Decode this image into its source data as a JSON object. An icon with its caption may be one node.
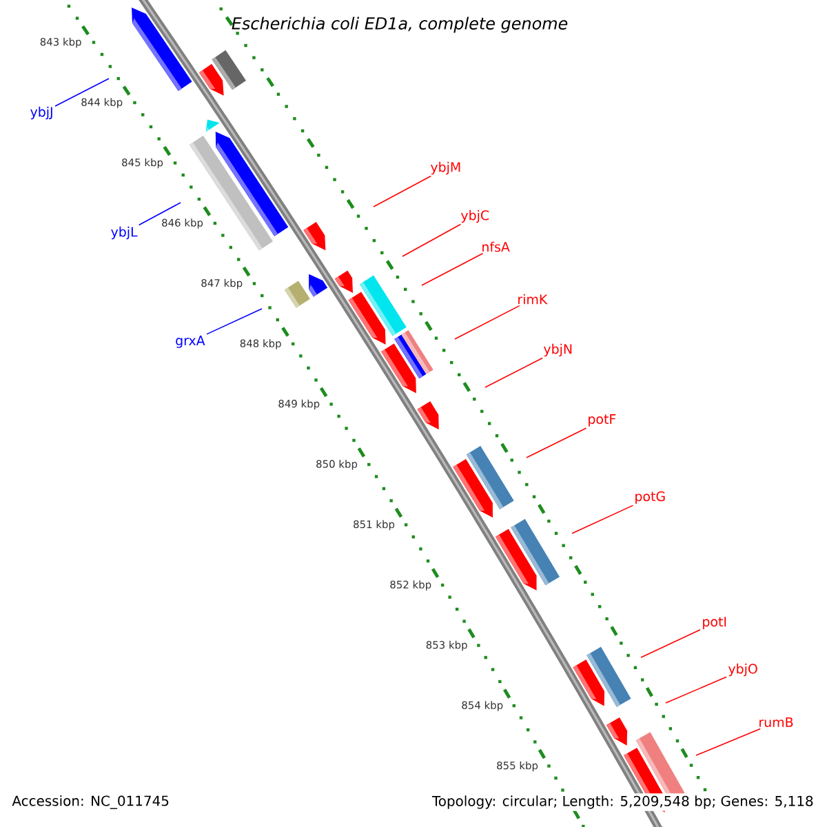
{
  "diagram": {
    "title": "Escherichia coli ED1a, complete genome",
    "nodes": [
      {
        "text": [
          "ybjJ"
        ]
      },
      {
        "text": [
          "ybjL"
        ]
      },
      {
        "text": [
          "grxA"
        ]
      },
      {
        "text": [
          "ybjM"
        ]
      },
      {
        "text": [
          "ybjC"
        ]
      },
      {
        "text": [
          "nfsA"
        ]
      },
      {
        "text": [
          "rimK"
        ]
      },
      {
        "text": [
          "ybjN"
        ]
      },
      {
        "text": [
          "potF"
        ]
      },
      {
        "text": [
          "potG"
        ]
      },
      {
        "text": [
          "potI"
        ]
      },
      {
        "text": [
          "ybjO"
        ]
      },
      {
        "text": [
          "rumB"
        ]
      }
    ],
    "edges": [
      {
        "from": 0,
        "to": null,
        "arrow": "none",
        "color": "#0000ff"
      },
      {
        "from": 1,
        "to": null,
        "arrow": "none",
        "color": "#0000ff"
      },
      {
        "from": 2,
        "to": null,
        "arrow": "none",
        "color": "#0000ff"
      },
      {
        "from": 3,
        "to": null,
        "arrow": "none"
      },
      {
        "from": 4,
        "to": null,
        "arrow": "none"
      },
      {
        "from": 5,
        "to": null,
        "arrow": "none"
      },
      {
        "from": 6,
        "to": null,
        "arrow": "none"
      },
      {
        "from": 7,
        "to": null,
        "arrow": "none"
      },
      {
        "from": 8,
        "to": null,
        "arrow": "none"
      },
      {
        "from": 9,
        "to": null,
        "arrow": "none"
      },
      {
        "from": 10,
        "to": null,
        "arrow": "none"
      },
      {
        "from": 11,
        "to": null,
        "arrow": "none"
      },
      {
        "from": 12,
        "to": null,
        "arrow": "none"
      }
    ],
    "labels": [
      "843 kbp",
      "844 kbp",
      "845 kbp",
      "846 kbp",
      "847 kbp",
      "848 kbp",
      "849 kbp",
      "850 kbp",
      "851 kbp",
      "852 kbp",
      "853 kbp",
      "854 kbp",
      "855 kbp",
      "Accession: NC_011745",
      "Topology: circular; Length: 5,209,548 bp; Genes: 5,118"
    ]
  }
}
